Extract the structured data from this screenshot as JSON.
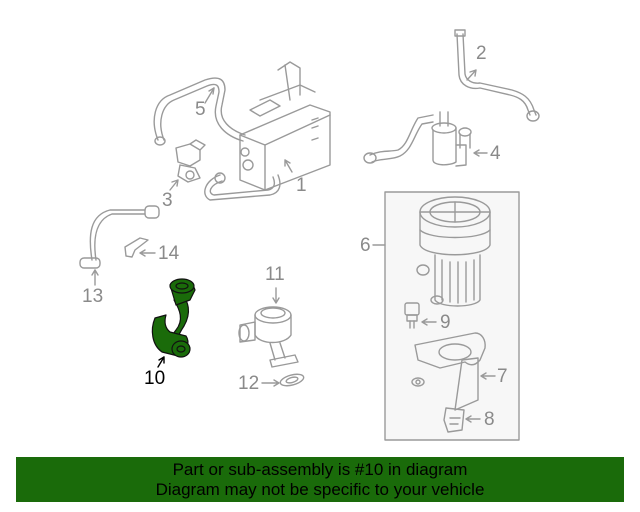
{
  "diagram": {
    "highlighted_part": "10",
    "highlight_color": "#1a6b0a",
    "line_color": "#8a8a8a",
    "callouts": [
      {
        "id": "1",
        "label": "1"
      },
      {
        "id": "2",
        "label": "2"
      },
      {
        "id": "3",
        "label": "3"
      },
      {
        "id": "4",
        "label": "4"
      },
      {
        "id": "5",
        "label": "5"
      },
      {
        "id": "6",
        "label": "6"
      },
      {
        "id": "7",
        "label": "7"
      },
      {
        "id": "8",
        "label": "8"
      },
      {
        "id": "9",
        "label": "9"
      },
      {
        "id": "10",
        "label": "10"
      },
      {
        "id": "11",
        "label": "11"
      },
      {
        "id": "12",
        "label": "12"
      },
      {
        "id": "13",
        "label": "13"
      },
      {
        "id": "14",
        "label": "14"
      }
    ]
  },
  "banner": {
    "line1": "Part or sub-assembly is #10 in diagram",
    "line2": "Diagram may not be specific to your vehicle",
    "background": "#1a6b0a"
  }
}
